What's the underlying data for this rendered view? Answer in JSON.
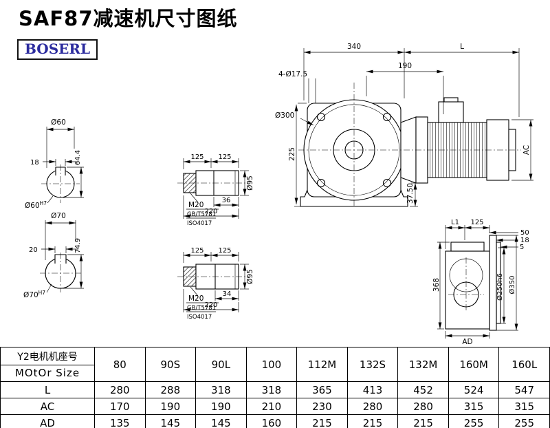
{
  "page": {
    "title": "SAF87减速机尺寸图纸",
    "logo": "BOSERL",
    "logo_color": "#2b2b9e",
    "ink_color": "#000000"
  },
  "front_view": {
    "dim_340": "340",
    "dim_l": "L",
    "dim_190": "190",
    "holes_label": "4-Ø17.5",
    "flange_dia": "Ø300",
    "dim_225": "225",
    "dim_37_5": "37.50",
    "dim_ac": "AC"
  },
  "side_view": {
    "dim_l1": "L1",
    "dim_125": "125",
    "dim_50": "50",
    "dim_18": "18",
    "dim_5": "5",
    "dim_368": "368",
    "dia_250": "Ø250h6",
    "dia_350": "Ø350",
    "dim_ad": "AD"
  },
  "shaft_detail_1": {
    "dim_125a": "125",
    "dim_125b": "125",
    "thread": "M20",
    "std1": "GB/T5781",
    "std2": "ISO4017",
    "dim_len": "36",
    "dim_total": "220",
    "dia": "Ø95"
  },
  "shaft_detail_2": {
    "dim_125a": "125",
    "dim_125b": "125",
    "thread": "M20",
    "std1": "GB/T5781",
    "std2": "ISO4017",
    "dim_len": "34",
    "dim_total": "220",
    "dia": "Ø95"
  },
  "shaft_end_1": {
    "dia_label": "Ø60",
    "key_width": "18",
    "height": "64.4",
    "bore": "Ø60",
    "bore_tol": "H7"
  },
  "shaft_end_2": {
    "dia_label": "Ø70",
    "key_width": "20",
    "height": "74.9",
    "bore": "Ø70",
    "bore_tol": "H7"
  },
  "table": {
    "header_cn": "Y2电机机座号",
    "header_en": "MOtOr Size",
    "sizes": [
      "80",
      "90S",
      "90L",
      "100",
      "112M",
      "132S",
      "132M",
      "160M",
      "160L"
    ],
    "rows": [
      {
        "label": "L",
        "values": [
          "280",
          "288",
          "318",
          "318",
          "365",
          "413",
          "452",
          "524",
          "547"
        ]
      },
      {
        "label": "AC",
        "values": [
          "170",
          "190",
          "190",
          "210",
          "230",
          "280",
          "280",
          "315",
          "315"
        ]
      },
      {
        "label": "AD",
        "values": [
          "135",
          "145",
          "145",
          "160",
          "215",
          "215",
          "215",
          "255",
          "255"
        ]
      }
    ]
  }
}
